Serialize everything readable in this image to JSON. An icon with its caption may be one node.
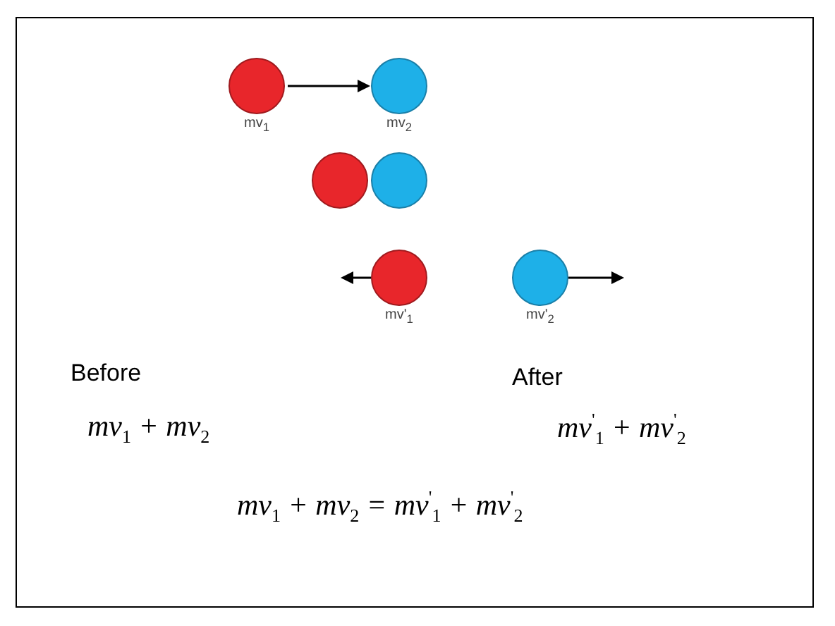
{
  "diagram": {
    "nodes": [
      {
        "text": [],
        "shape": "circle",
        "beside": [
          "mv$_{1}$"
        ]
      },
      {
        "text": [],
        "shape": "circle",
        "beside": [
          "mv$_{2}$"
        ]
      },
      {
        "text": [],
        "shape": "circle"
      },
      {
        "text": [],
        "shape": "circle"
      },
      {
        "text": [],
        "shape": "circle",
        "beside": [
          "mv'$_{1}$"
        ]
      },
      {
        "text": [],
        "shape": "circle",
        "beside": [
          "mv'$_{2}$"
        ]
      }
    ],
    "edges": [
      {
        "from": 0,
        "to": 1,
        "arrow": "to"
      },
      {
        "from": 4,
        "to": null,
        "arrow": "to"
      },
      {
        "from": 5,
        "to": null,
        "arrow": "to"
      }
    ],
    "labels": [
      "Before",
      "After",
      "mv$_{1}$ + mv$_{2}$",
      "mv$^{'}$$_{1}$ + mv$^{'}$$_{2}$",
      "mv$_{1}$ + mv$_{2}$ = mv$^{'}$$_{1}$ + mv$^{'}$$_{2}$"
    ]
  }
}
